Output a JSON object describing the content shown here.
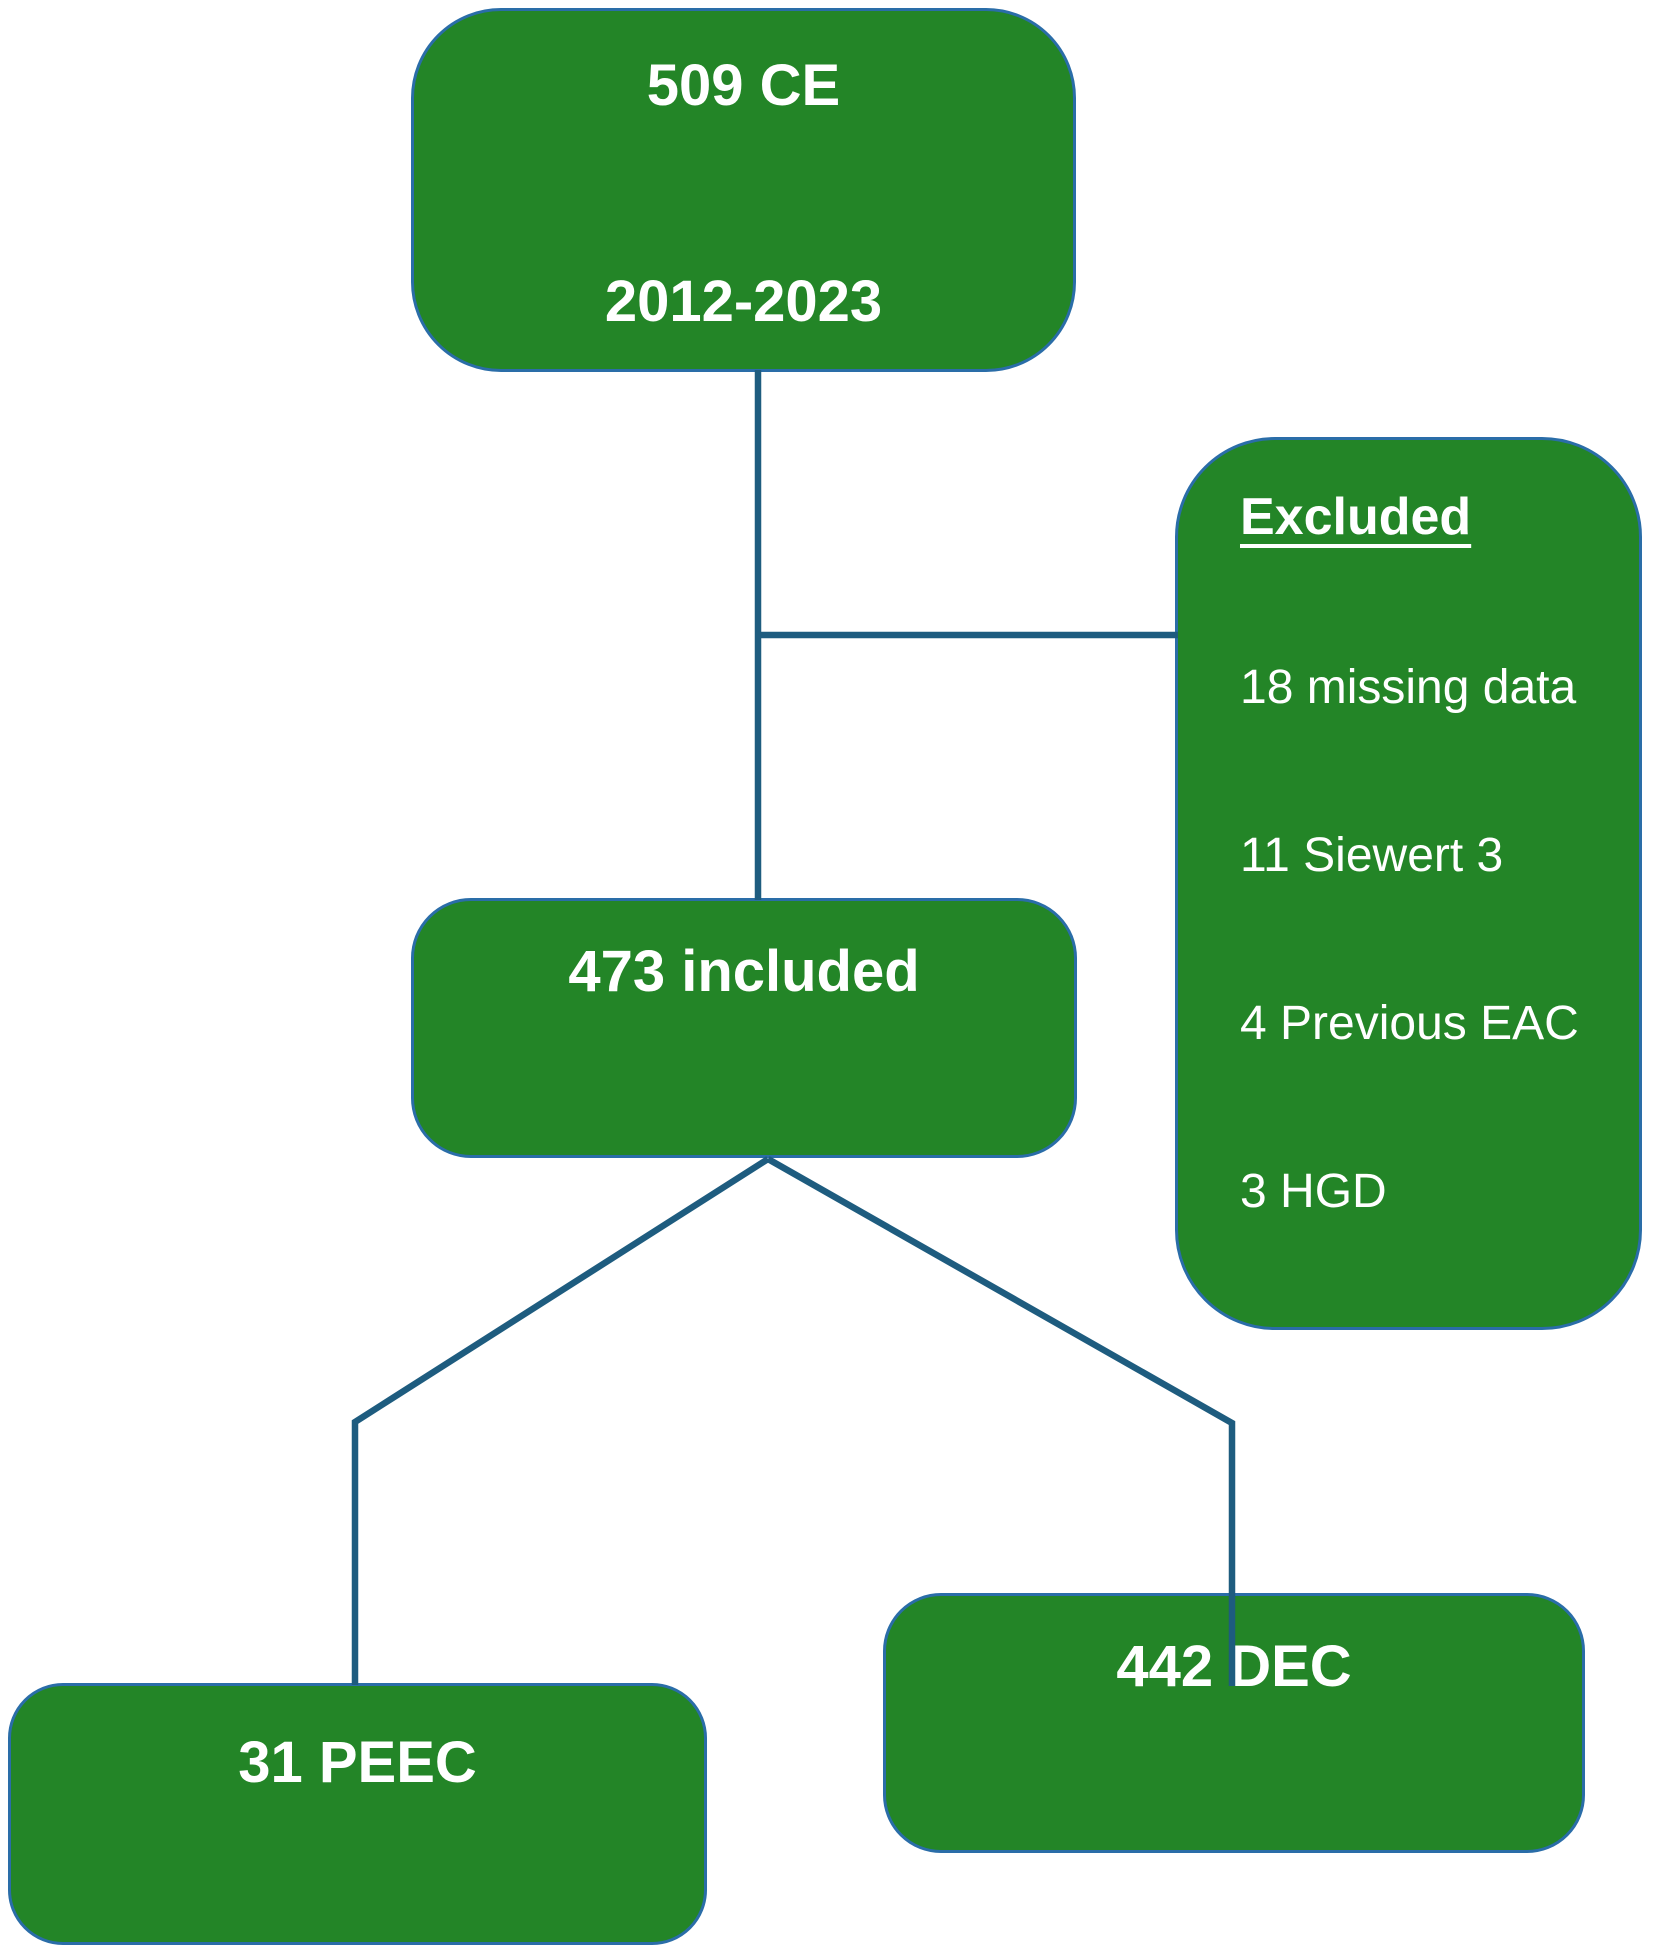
{
  "colors": {
    "box_fill": "#238527",
    "box_border": "#2a6da8",
    "connector": "#1e5c7f",
    "text": "#ffffff",
    "background": "#ffffff"
  },
  "boxes": {
    "top": {
      "line1": "509 CE",
      "line2": "2012-2023"
    },
    "excluded": {
      "heading": "Excluded",
      "items": [
        "18 missing data",
        "11 Siewert 3",
        "4 Previous EAC",
        "3 HGD"
      ]
    },
    "included": {
      "label": "473 included"
    },
    "peec": {
      "label": "31 PEEC"
    },
    "dec": {
      "label": "442 DEC"
    }
  }
}
